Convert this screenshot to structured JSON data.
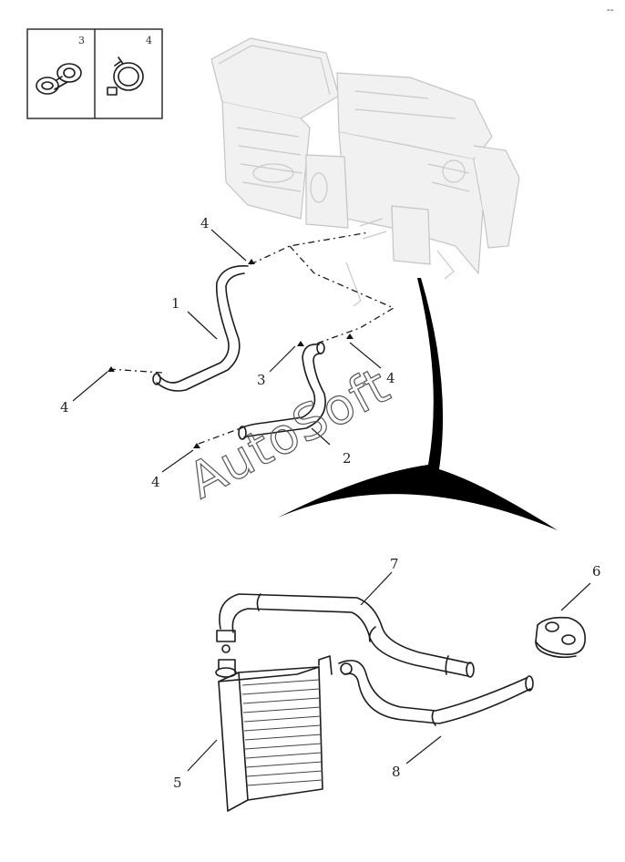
{
  "diagram": {
    "inset_labels": [
      "3",
      "4"
    ],
    "callouts": {
      "c1": "1",
      "c2": "2",
      "c3": "3",
      "c4a": "4",
      "c4b": "4",
      "c4c": "4",
      "c4d": "4",
      "c5": "5",
      "c6": "6",
      "c7": "7",
      "c8": "8"
    },
    "watermark": "AutoSoft",
    "corner_mark": "--"
  }
}
